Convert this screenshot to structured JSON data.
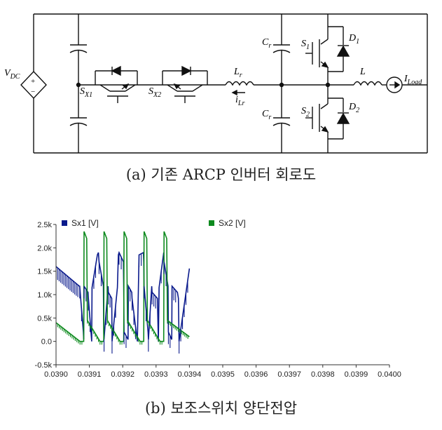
{
  "figure_a": {
    "caption": "(a) 기존 ARCP 인버터 회로도",
    "labels": {
      "vdc": "V",
      "vdc_sub": "DC",
      "sx1": "S",
      "sx1_sub": "X1",
      "sx2": "S",
      "sx2_sub": "X2",
      "lr": "L",
      "lr_sub": "r",
      "ilr": "i",
      "ilr_sub": "Lr",
      "cr_top": "C",
      "cr_top_sub": "r",
      "cr_bot": "C",
      "cr_bot_sub": "r",
      "s1": "S",
      "s1_sub": "1",
      "s2": "S",
      "s2_sub": "2",
      "d1": "D",
      "d1_sub": "1",
      "d2": "D",
      "d2_sub": "2",
      "l": "L",
      "iload": "I",
      "iload_sub": "Load",
      "plus": "+",
      "minus": "−"
    }
  },
  "figure_b": {
    "caption": "(b) 보조스위치 양단전압"
  },
  "chart_data": {
    "type": "line",
    "xlim": [
      0.039,
      0.04
    ],
    "ylim": [
      -500,
      2500
    ],
    "x_ticks": [
      "0.0390",
      "0.0391",
      "0.0392",
      "0.0393",
      "0.0394",
      "0.0395",
      "0.0396",
      "0.0397",
      "0.0398",
      "0.0399",
      "0.0400"
    ],
    "y_ticks": [
      "-0.5k",
      "0.0",
      "0.5k",
      "1.0k",
      "1.5k",
      "2.0k",
      "2.5k"
    ],
    "legend_placement": "top",
    "grid": false,
    "series": [
      {
        "name": "Sx1 [V]",
        "color": "#0a1a8c",
        "x": [
          0.039,
          0.03907,
          0.039071,
          0.039082,
          0.039083,
          0.039084,
          0.039096,
          0.039097,
          0.039107,
          0.039108,
          0.039124,
          0.039127,
          0.039129,
          0.039142,
          0.039143,
          0.039144,
          0.039156,
          0.039157,
          0.039167,
          0.039168,
          0.039184,
          0.039187,
          0.039189,
          0.039202,
          0.039203,
          0.039204,
          0.039216,
          0.039217,
          0.039227,
          0.039228,
          0.039244,
          0.039247,
          0.039249,
          0.039262,
          0.039263,
          0.039264,
          0.039276,
          0.039277,
          0.039287,
          0.039288,
          0.039304,
          0.039307,
          0.039309,
          0.039322,
          0.039323,
          0.039324,
          0.039336,
          0.039337,
          0.039347,
          0.039348,
          0.039364,
          0.039367,
          0.039369,
          0.0394
        ],
        "y": [
          1600,
          1180,
          1180,
          200,
          40,
          1180,
          1050,
          920,
          0,
          1150,
          1850,
          1900,
          1700,
          1180,
          200,
          40,
          1180,
          1050,
          920,
          0,
          1150,
          1850,
          1900,
          1700,
          1180,
          200,
          40,
          1180,
          1050,
          920,
          0,
          1150,
          1850,
          1900,
          1700,
          1180,
          200,
          40,
          1180,
          1050,
          920,
          0,
          1150,
          1850,
          1900,
          1700,
          1180,
          200,
          40,
          1180,
          1050,
          920,
          0,
          1560
        ],
        "envelope": {
          "high_band": [
            1180,
            1850
          ],
          "low_band": [
            0,
            1180
          ]
        }
      },
      {
        "name": "Sx2 [V]",
        "color": "#0d8a1e",
        "x": [
          0.039,
          0.039072,
          0.039083,
          0.039084,
          0.039092,
          0.039094,
          0.039132,
          0.039143,
          0.039144,
          0.039152,
          0.039154,
          0.039192,
          0.039203,
          0.039204,
          0.039212,
          0.039214,
          0.039252,
          0.039263,
          0.039264,
          0.039272,
          0.039274,
          0.039312,
          0.039323,
          0.039324,
          0.039332,
          0.039334,
          0.0394
        ],
        "y": [
          400,
          0,
          0,
          2350,
          2200,
          450,
          0,
          0,
          2350,
          2200,
          450,
          0,
          0,
          2350,
          2200,
          450,
          0,
          0,
          2350,
          2200,
          450,
          0,
          0,
          2350,
          2200,
          450,
          100
        ]
      }
    ]
  }
}
